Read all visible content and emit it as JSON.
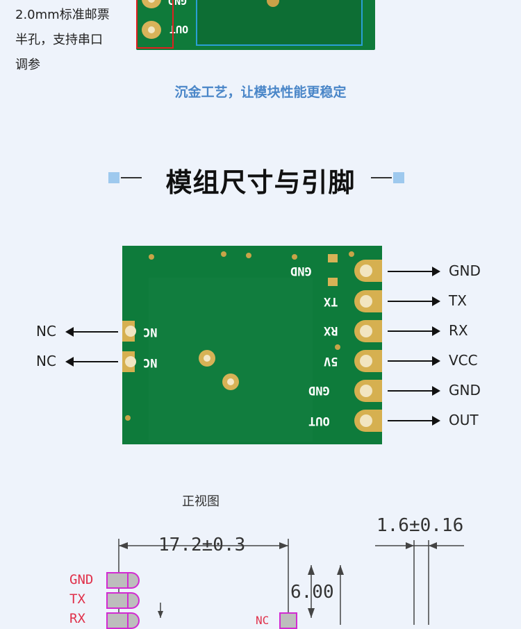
{
  "top": {
    "desc_lines": [
      "2.0mm标准邮票",
      "半孔，支持串口",
      "调参"
    ],
    "pcb_labels": [
      "GND",
      "OUT"
    ],
    "tagline": "沉金工艺，让模块性能更稳定"
  },
  "section": {
    "title": "模组尺寸与引脚"
  },
  "module": {
    "right_pins": [
      {
        "board_label": "GND",
        "name": "GND"
      },
      {
        "board_label": "TX",
        "name": "TX"
      },
      {
        "board_label": "RX",
        "name": "RX"
      },
      {
        "board_label": "5V",
        "name": "VCC"
      },
      {
        "board_label": "GND",
        "name": "GND"
      },
      {
        "board_label": "OUT",
        "name": "OUT"
      }
    ],
    "left_pins": [
      {
        "board_label": "NC",
        "name": "NC"
      },
      {
        "board_label": "NC",
        "name": "NC"
      }
    ]
  },
  "drawing": {
    "view_title": "正视图",
    "width_dim": "17.2±0.3",
    "thickness_dim": "1.6±0.16",
    "offset_dim": "6.00",
    "pin_labels": [
      "GND",
      "TX",
      "RX"
    ],
    "nc_label": "NC",
    "colors": {
      "pin_label": "#e0304a",
      "pin_outline": "#d22ad2"
    }
  }
}
